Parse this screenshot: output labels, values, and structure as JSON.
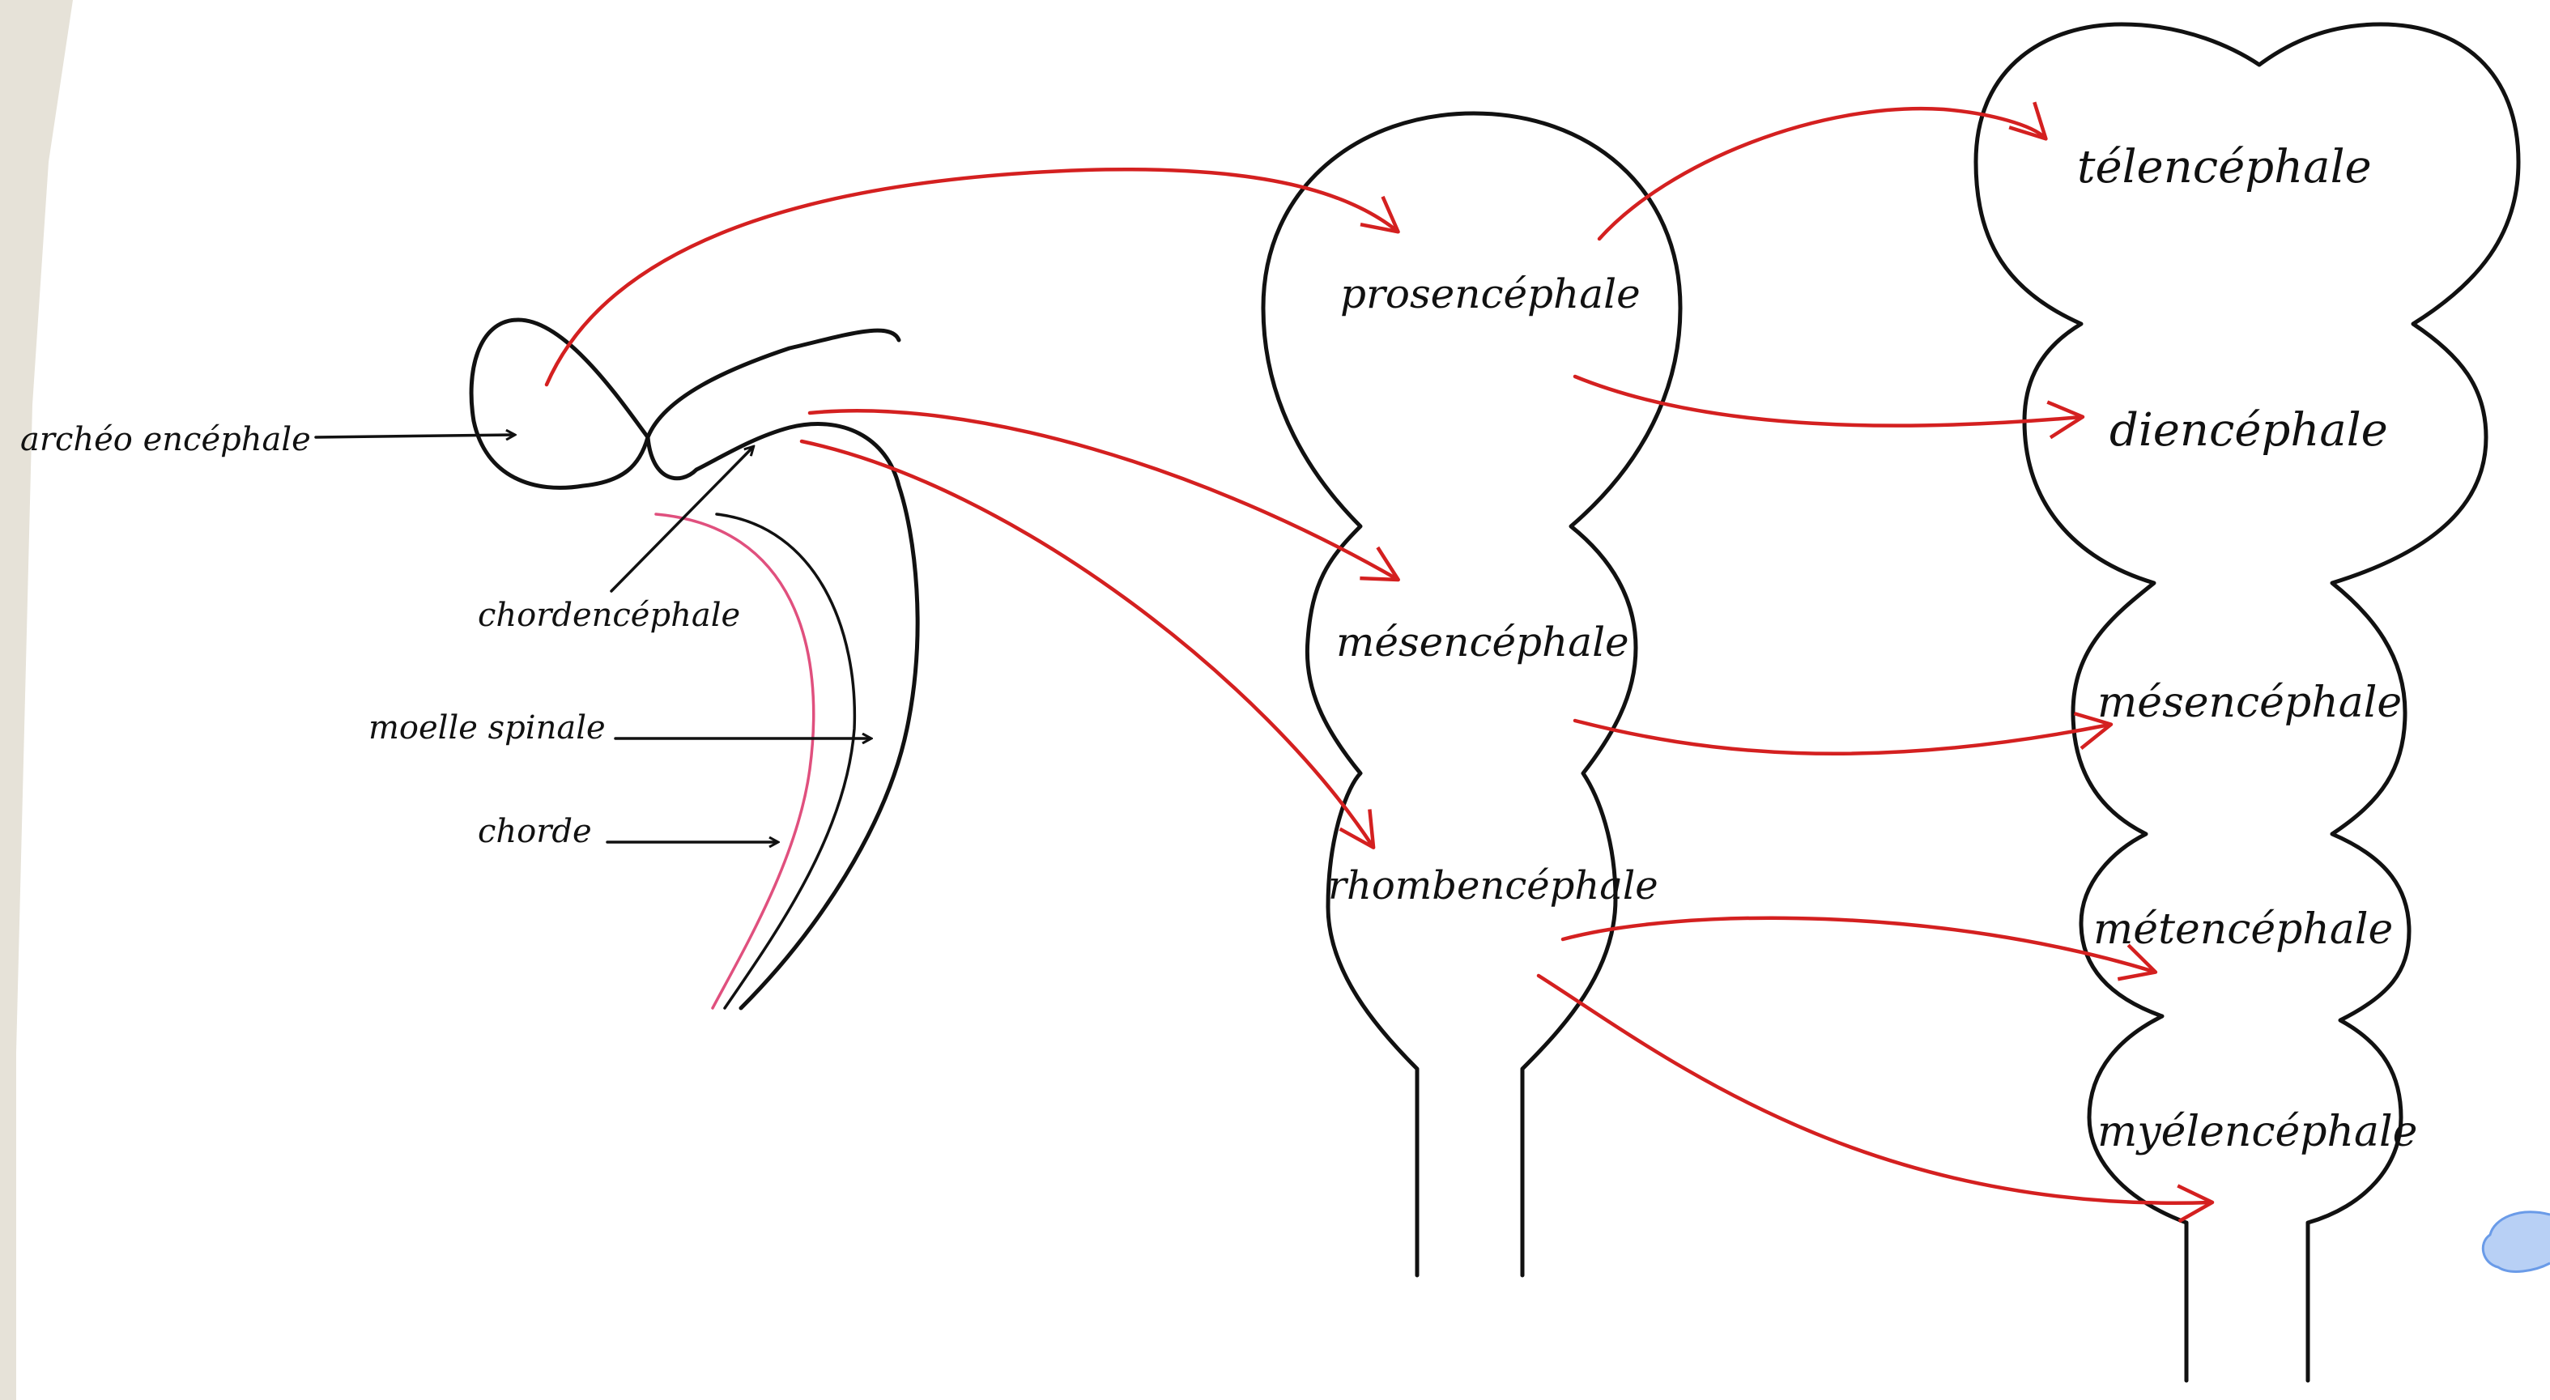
{
  "colors": {
    "ink": "#111111",
    "arrow_red": "#d42020",
    "chorde_pink": "#e0507e",
    "paper_edge": "#e6e2d8",
    "doodle_blue": "#6a9be8"
  },
  "stage1": {
    "labels": {
      "archeo": "archéo encéphale",
      "chorden": "chordencéphale",
      "moelle": "moelle spinale",
      "chorde": "chorde"
    }
  },
  "stage2": {
    "labels": {
      "pros": "prosencéphale",
      "mes": "mésencéphale",
      "rhomb": "rhombencéphale"
    }
  },
  "stage3": {
    "labels": {
      "tel": "télencéphale",
      "di": "diencéphale",
      "mes": "mésencéphale",
      "met": "métencéphale",
      "mye": "myélencéphale"
    }
  }
}
